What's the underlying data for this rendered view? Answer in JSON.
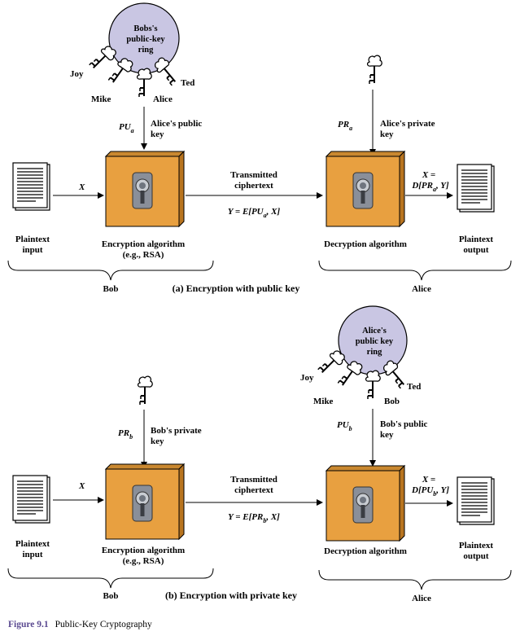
{
  "panel_a": {
    "ring_label": [
      "Bobs's",
      "public-key",
      "ring"
    ],
    "ring_keys": [
      "Joy",
      "Mike",
      "Alice",
      "Ted"
    ],
    "enc_key_sym": "PU",
    "enc_key_sub": "a",
    "enc_key_desc": [
      "Alice's public",
      "key"
    ],
    "dec_key_sym": "PR",
    "dec_key_sub": "a",
    "dec_key_desc": [
      "Alice's private",
      "key"
    ],
    "input_var": "X",
    "transmitted": [
      "Transmitted",
      "ciphertext"
    ],
    "cipher_eq": {
      "pre": "Y = E[",
      "sym": "PU",
      "sub": "a",
      "post": ", X]"
    },
    "output_eq_top": "X =",
    "output_eq": {
      "pre": "D[",
      "sym": "PR",
      "sub": "a",
      "post": ", Y]"
    },
    "plaintext_input": [
      "Plaintext",
      "input"
    ],
    "enc_algorithm": [
      "Encryption algorithm",
      "(e.g., RSA)"
    ],
    "dec_algorithm": "Decryption algorithm",
    "plaintext_output": [
      "Plaintext",
      "output"
    ],
    "left_party": "Bob",
    "right_party": "Alice",
    "title": "(a) Encryption with public key"
  },
  "panel_b": {
    "ring_label": [
      "Alice's",
      "public key",
      "ring"
    ],
    "ring_keys": [
      "Joy",
      "Mike",
      "Bob",
      "Ted"
    ],
    "enc_key_sym": "PR",
    "enc_key_sub": "b",
    "enc_key_desc": [
      "Bob's private",
      "key"
    ],
    "dec_key_sym": "PU",
    "dec_key_sub": "b",
    "dec_key_desc": [
      "Bob's public",
      "key"
    ],
    "input_var": "X",
    "transmitted": [
      "Transmitted",
      "ciphertext"
    ],
    "cipher_eq": {
      "pre": "Y = E[",
      "sym": "PR",
      "sub": "b",
      "post": ", X]"
    },
    "output_eq_top": "X =",
    "output_eq": {
      "pre": "D[",
      "sym": "PU",
      "sub": "b",
      "post": ", Y]"
    },
    "plaintext_input": [
      "Plaintext",
      "input"
    ],
    "enc_algorithm": [
      "Encryption algorithm",
      "(e.g., RSA)"
    ],
    "dec_algorithm": "Decryption algorithm",
    "plaintext_output": [
      "Plaintext",
      "output"
    ],
    "left_party": "Bob",
    "right_party": "Alice",
    "title": "(b) Encryption with private key"
  },
  "caption": {
    "number": "Figure 9.1",
    "title": "Public-Key Cryptography"
  },
  "colors": {
    "box": "#e8a040",
    "box_dark": "#c07a20",
    "ring": "#c9c6e3",
    "caption_accent": "#5b4a91"
  }
}
